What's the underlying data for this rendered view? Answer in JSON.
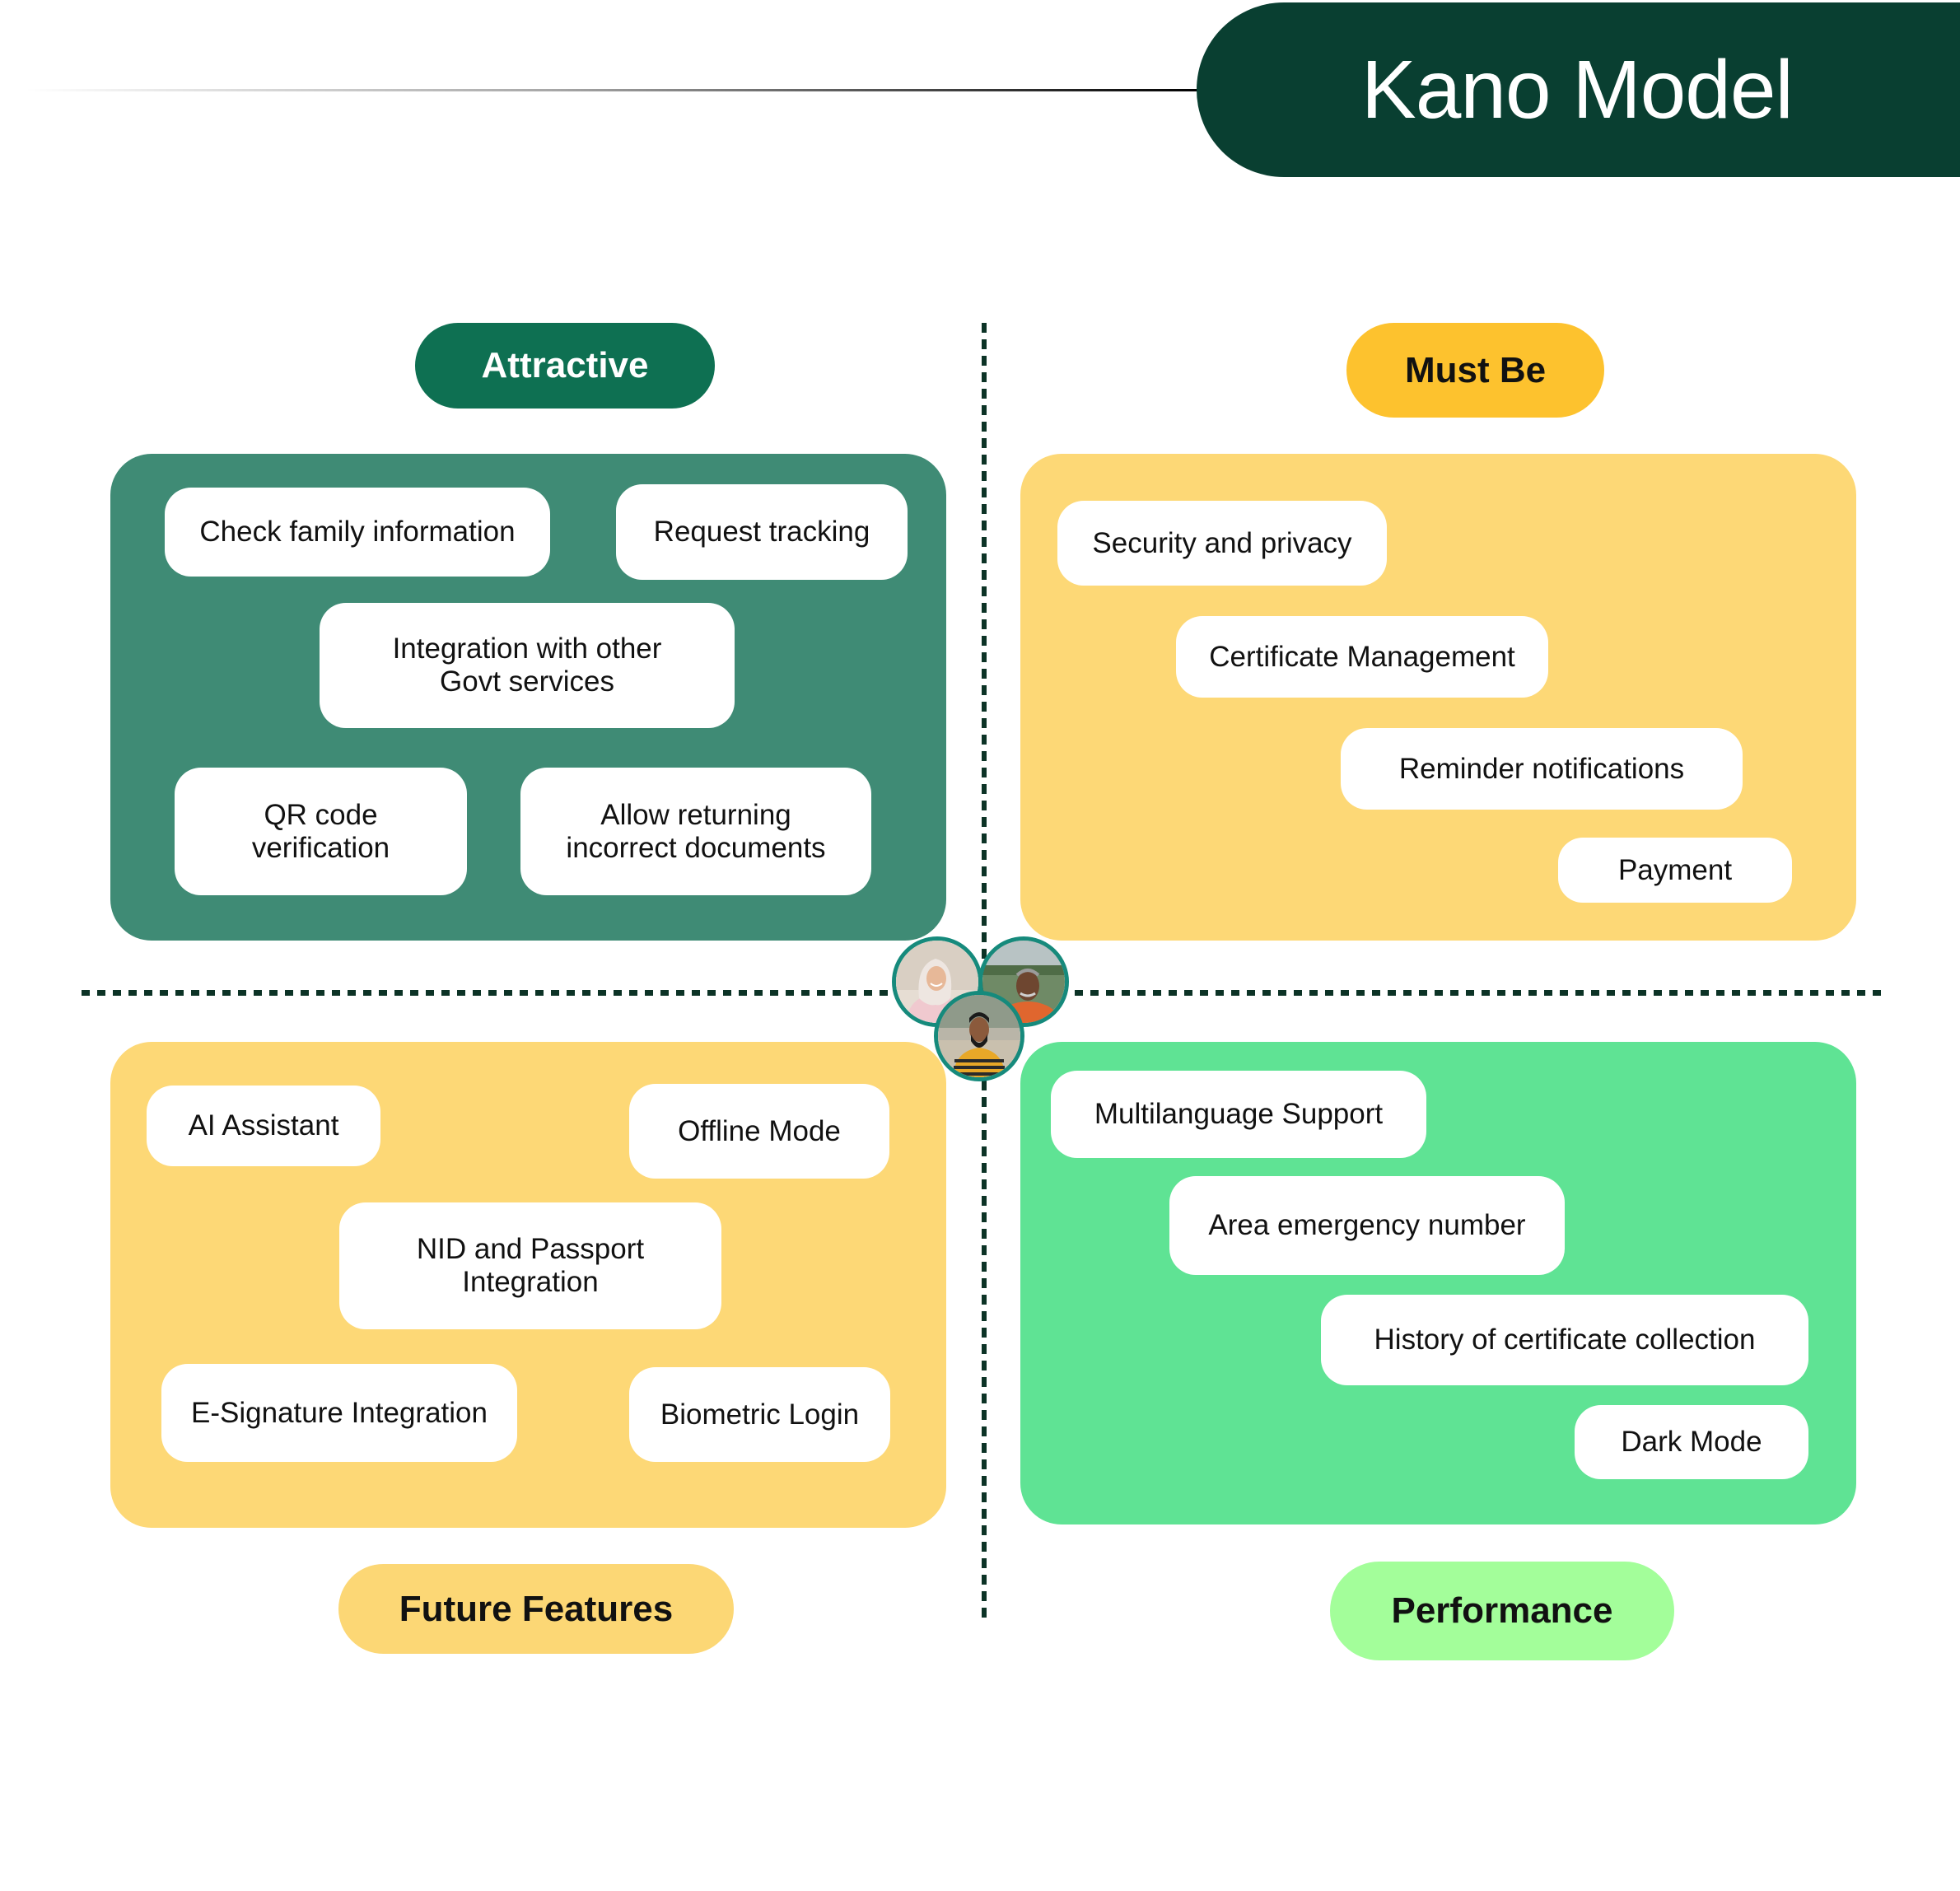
{
  "header": {
    "title": "Kano Model"
  },
  "colors": {
    "title_banner": "#093f31",
    "attractive_pill": "#0e7052",
    "attractive_panel": "#3f8b75",
    "mustbe_pill": "#fdc22e",
    "mustbe_panel": "#fdd876",
    "future_pill": "#fcd775",
    "future_panel": "#fdd876",
    "performance_pill": "#a3fe9a",
    "performance_panel": "#5fe394",
    "divider": "#0c3326",
    "avatar_ring": "#168a7c"
  },
  "quadrants": {
    "attractive": {
      "label": "Attractive",
      "features": [
        "Check family information",
        "Request tracking",
        "Integration with other Govt services",
        "QR code verification",
        "Allow returning incorrect documents"
      ]
    },
    "must_be": {
      "label": "Must Be",
      "features": [
        "Security and privacy",
        "Certificate Management",
        "Reminder notifications",
        "Payment"
      ]
    },
    "future_features": {
      "label": "Future Features",
      "features": [
        "AI Assistant",
        "Offline Mode",
        "NID and Passport Integration",
        "E-Signature Integration",
        "Biometric Login"
      ]
    },
    "performance": {
      "label": "Performance",
      "features": [
        "Multilanguage Support",
        "Area emergency number",
        "History of certificate collection",
        "Dark Mode"
      ]
    }
  },
  "center_avatars": [
    {
      "description": "woman in hijab"
    },
    {
      "description": "elderly man in orange shirt"
    },
    {
      "description": "young bearded man in striped sweater"
    }
  ]
}
